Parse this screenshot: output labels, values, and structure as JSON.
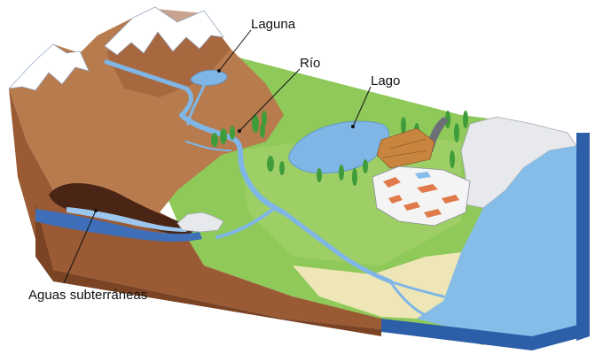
{
  "labels": {
    "laguna": "Laguna",
    "rio": "Río",
    "lago": "Lago",
    "aguas": "Aguas subterráneas"
  },
  "colors": {
    "earth": "#9a5a34",
    "earth_light": "#b77b4e",
    "grass": "#8fc95a",
    "grass_light": "#a8d46f",
    "water": "#7fb6e6",
    "water_dark": "#3e6fb8",
    "sea": "#86bde8",
    "sea_side": "#2d5ea8",
    "snow": "#ffffff",
    "sand": "#efe6b8",
    "cave": "#4a2414",
    "tree": "#3f9c3a",
    "roof": "#e07a4a"
  }
}
